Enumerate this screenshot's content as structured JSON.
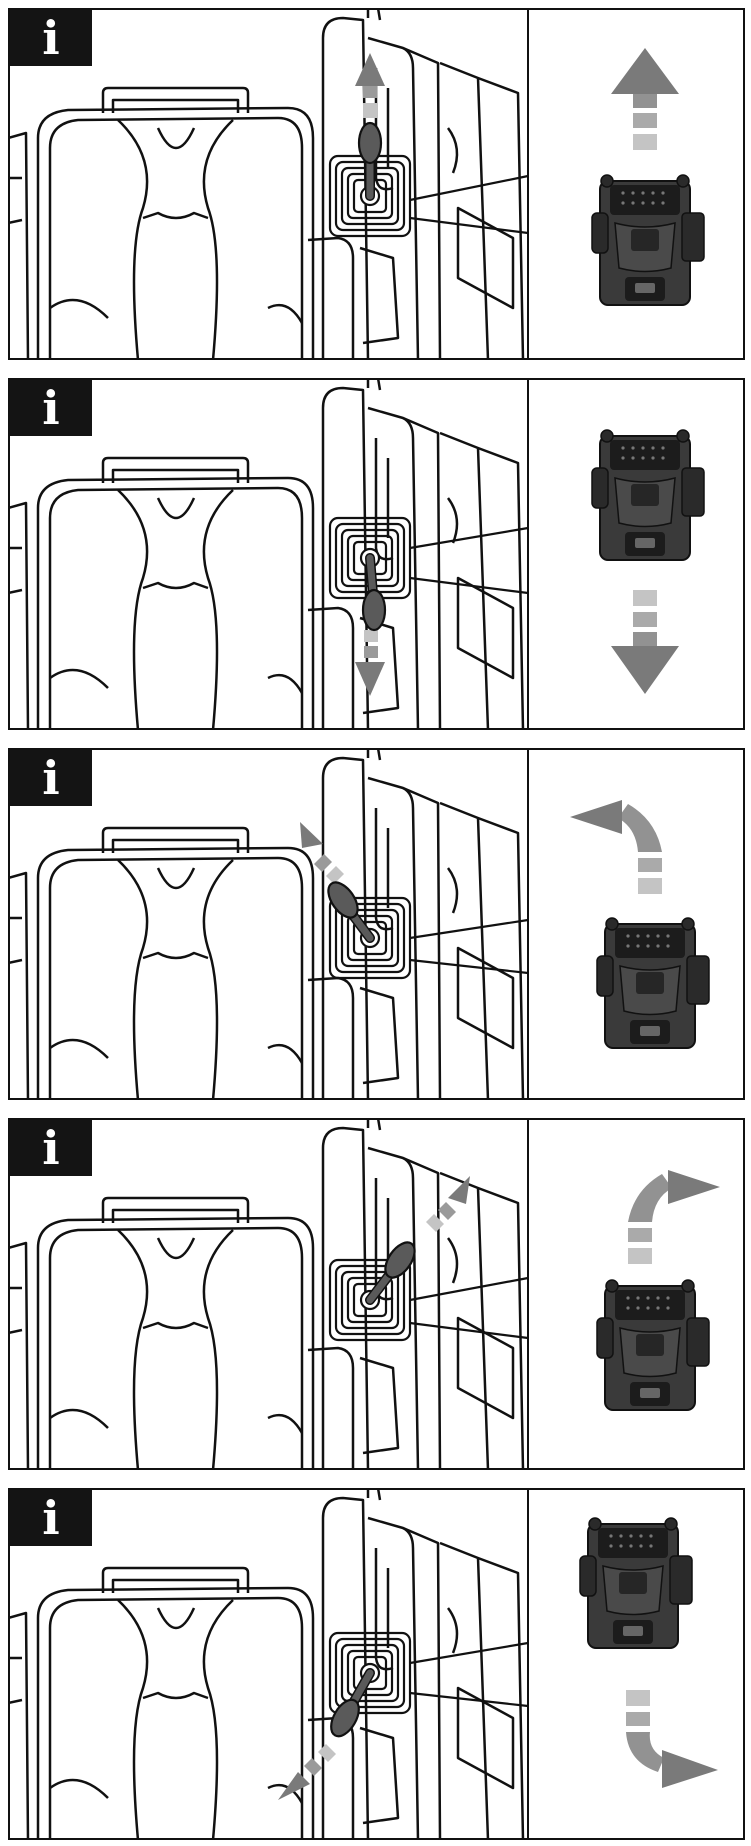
{
  "colors": {
    "line": "#111111",
    "arrow": "#7a7a7a",
    "arrow_light": "#c4c4c4",
    "mower_body": "#3a3a3a",
    "mower_dark": "#1c1c1c",
    "knob": "#5a5a5a",
    "badge_bg": "#141414",
    "badge_text": "#ffffff"
  },
  "panels": [
    {
      "badge": "i",
      "joystick": "forward",
      "motion": "forward",
      "badge_icon": "info-icon"
    },
    {
      "badge": "i",
      "joystick": "backward",
      "motion": "backward",
      "badge_icon": "info-icon"
    },
    {
      "badge": "i",
      "joystick": "forward-left",
      "motion": "turn-left",
      "badge_icon": "info-icon"
    },
    {
      "badge": "i",
      "joystick": "forward-right",
      "motion": "turn-right",
      "badge_icon": "info-icon"
    },
    {
      "badge": "i",
      "joystick": "backward-left",
      "motion": "reverse-turn",
      "badge_icon": "info-icon"
    }
  ]
}
